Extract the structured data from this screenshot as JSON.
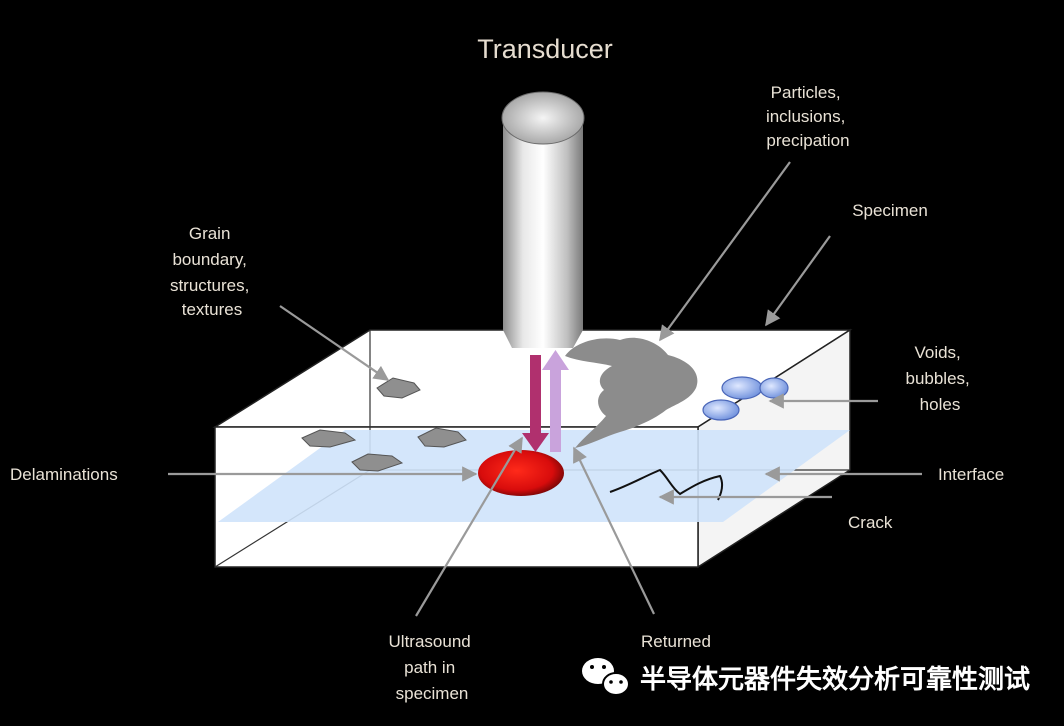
{
  "title": "Transducer",
  "labels": {
    "particles": [
      "Particles,",
      "inclusions,",
      "precipation"
    ],
    "specimen": "Specimen",
    "grain": [
      "Grain",
      "boundary,",
      "structures,",
      "textures"
    ],
    "voids": [
      "Voids,",
      "bubbles,",
      "holes"
    ],
    "delaminations": "Delaminations",
    "interface": "Interface",
    "crack": "Crack",
    "ultrasound": [
      "Ultrasound",
      "path in",
      "specimen"
    ],
    "returned": "Returned"
  },
  "watermark": {
    "text": "半导体元器件失效分析可靠性测试",
    "icon": "wechat-icon"
  },
  "colors": {
    "background": "#000000",
    "specimen_face": "#ffffff",
    "interface_plane": "#cfe3fb",
    "delamination": "#e01010",
    "incident_arrow": "#b0306e",
    "returned_arrow": "#c9a3dc",
    "voids": "#8aa6e6",
    "particles": "#8c8c8c"
  }
}
